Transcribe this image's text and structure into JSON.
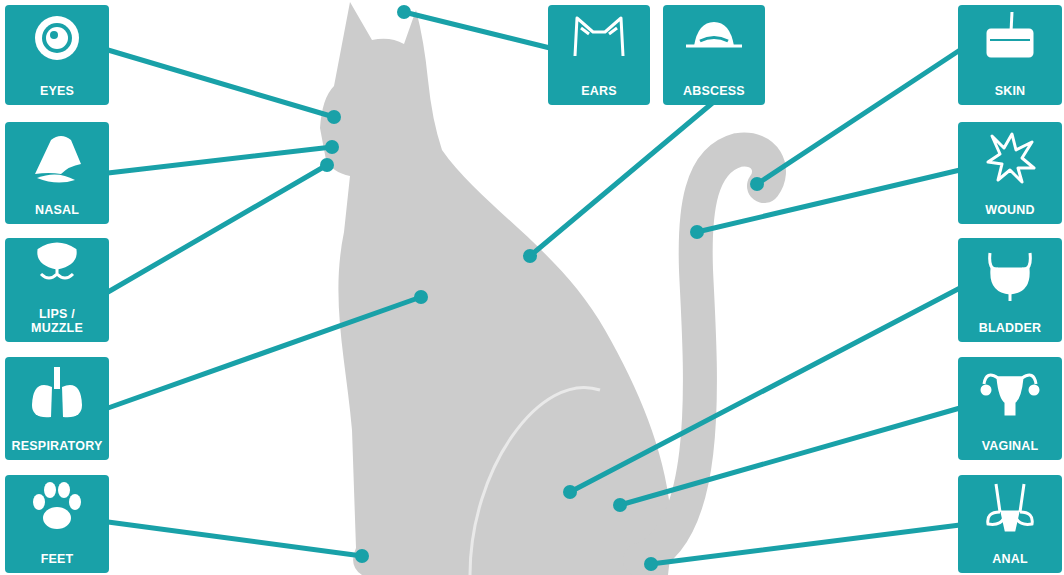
{
  "diagram": {
    "nodes": [
      {
        "text": [
          "EYES"
        ]
      },
      {
        "text": [
          "EARS"
        ]
      },
      {
        "text": [
          "ABSCESS"
        ]
      },
      {
        "text": [
          "SKIN"
        ]
      },
      {
        "text": [
          "NASAL"
        ]
      },
      {
        "text": [
          "WOUND"
        ]
      },
      {
        "text": [
          "LIPS / MUZZLE"
        ]
      },
      {
        "text": [
          "BLADDER"
        ]
      },
      {
        "text": [
          "RESPIRATORY"
        ]
      },
      {
        "text": [
          "VAGINAL"
        ]
      },
      {
        "text": [
          "FEET"
        ]
      },
      {
        "text": [
          "ANAL"
        ]
      }
    ]
  }
}
